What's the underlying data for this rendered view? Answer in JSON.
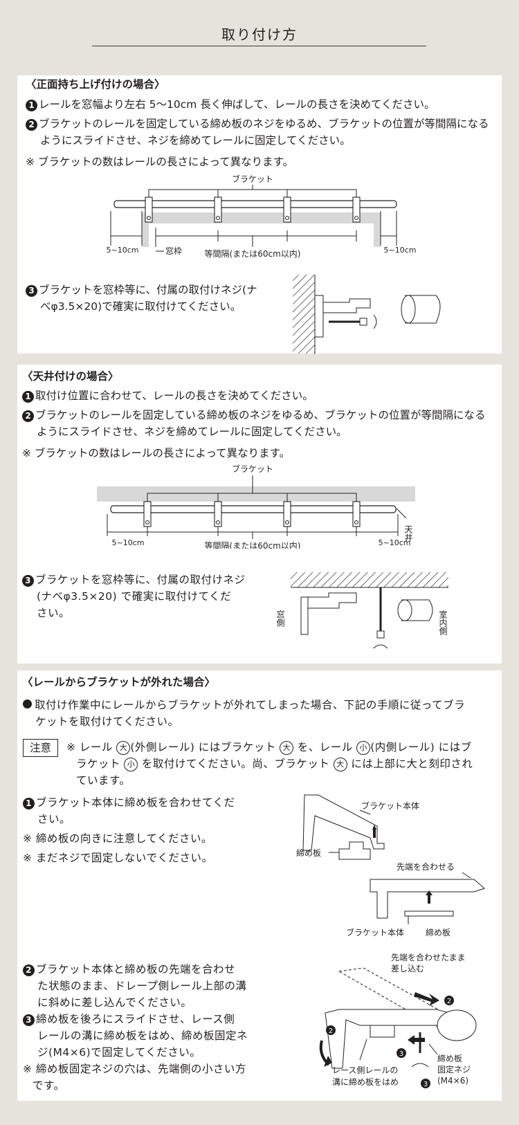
{
  "title": "取り付け方",
  "s1": {
    "heading": "〈正面持ち上げ付けの場合〉",
    "items": [
      {
        "num": "1",
        "lines": [
          "レールを窓幅より左右 5～10cm 長く伸ばして、レールの長さを決めてください。"
        ]
      },
      {
        "num": "2",
        "lines": [
          "ブラケットのレールを固定している締め板のネジをゆるめ、ブラケットの位置が等間隔になる",
          "ようにスライドさせ、ネジを締めてレールに固定してください。"
        ]
      }
    ],
    "note": "※ ブラケットの数はレールの長さによって異なります。",
    "diagram": {
      "bracket": "ブラケット",
      "left_gap": "5~10cm",
      "right_gap": "5~10cm",
      "frame": "窓枠",
      "spacing": "等間隔(または60cm以内)"
    },
    "item3": {
      "num": "3",
      "lines": [
        "ブラケットを窓枠等に、付属の取付けネジ(ナ",
        "べφ3.5×20)で確実に取付けてください。"
      ]
    }
  },
  "s2": {
    "heading": "〈天井付けの場合〉",
    "items": [
      {
        "num": "1",
        "lines": [
          "取付け位置に合わせて、レールの長さを決めてください。"
        ]
      },
      {
        "num": "2",
        "lines": [
          "ブラケットのレールを固定している締め板のネジをゆるめ、ブラケットの位置が等間隔になる",
          "ようにスライドさせ、ネジを締めてレールに固定してください。"
        ]
      }
    ],
    "note": "※ ブラケットの数はレールの長さによって異なります。",
    "diagram": {
      "bracket": "ブラケット",
      "left_gap": "5~10cm",
      "right_gap": "5~10cm",
      "spacing": "等間隔(または60cm以内)",
      "ceiling": "天井",
      "window_side": "窓側",
      "room_side": "室内側"
    },
    "item3": {
      "num": "3",
      "lines": [
        "ブラケットを窓枠等に、付属の取付けネジ",
        "(ナベφ3.5×20) で確実に取付けてくだ",
        "さい。"
      ]
    }
  },
  "s3": {
    "heading": "〈レールからブラケットが外れた場合〉",
    "bullet_lines": [
      "取付け作業中にレールからブラケットが外れてしまった場合、下記の手順に従ってブラ",
      "ケットを取付けてください。"
    ],
    "caution_label": "注意",
    "caution": {
      "l1a": "※ レール",
      "big": "大",
      "l1b": "(外側レール) にはブラケット",
      "l1c": "を、レール",
      "small": "小",
      "l1d": "(内側レール) にはブ",
      "l2a": "ラケット",
      "l2b": "を取付けてください。尚、ブラケット",
      "l2c": "には上部に大と刻印され",
      "l3": "ています。"
    },
    "step1": {
      "num": "1",
      "lines": [
        "ブラケット本体に締め板を合わせてくだ",
        "さい。"
      ],
      "notes": [
        "※ 締め板の向きに注意してください。",
        "※ まだネジで固定しないでください。"
      ]
    },
    "fig1": {
      "body": "ブラケット本体",
      "plate": "締め板",
      "align": "先端を合わせる",
      "body2": "ブラケット本体",
      "plate2": "締め板"
    },
    "step2": {
      "num": "2",
      "lines": [
        "ブラケット本体と締め板の先端を合わせ",
        "た状態のまま、ドレープ側レール上部の溝",
        "に斜めに差し込んでください。"
      ]
    },
    "step3": {
      "num": "3",
      "lines": [
        "締め板を後ろにスライドさせ、レース側",
        "レールの溝に締め板をはめ、締め板固定ネ",
        "ジ(M4×6)で固定してください。"
      ]
    },
    "step_note": [
      "※ 締め板固定ネジの穴は、先端側の小さい方",
      "です。"
    ],
    "fig2": {
      "insert1": "先端を合わせたまま",
      "insert2": "差し込む",
      "lace1": "レース側レールの",
      "lace2": "溝に締め板をはめ",
      "screw1": "締め板",
      "screw2": "固定ネジ",
      "screw3": "(M4×6)",
      "n2": "2",
      "n3": "3"
    }
  }
}
